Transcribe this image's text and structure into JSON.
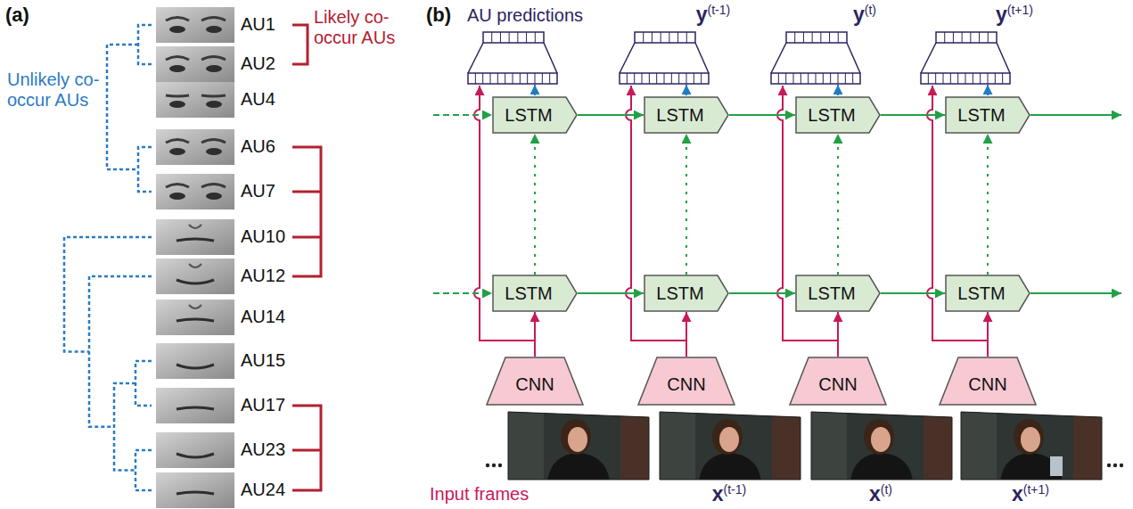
{
  "diagram": {
    "nodes": [
      {
        "text": [
          "LSTM"
        ]
      },
      {
        "text": [
          "LSTM"
        ]
      },
      {
        "text": [
          "LSTM"
        ]
      },
      {
        "text": [
          "LSTM"
        ]
      },
      {
        "text": [
          "LSTM"
        ]
      },
      {
        "text": [
          "LSTM"
        ]
      },
      {
        "text": [
          "LSTM"
        ]
      },
      {
        "text": [
          "LSTM"
        ]
      },
      {
        "text": [
          "CNN"
        ]
      },
      {
        "text": [
          "CNN"
        ]
      },
      {
        "text": [
          "CNN"
        ]
      },
      {
        "text": [
          "CNN"
        ]
      }
    ],
    "edges": [
      {
        "from": 0,
        "to": 1,
        "arrow": "to"
      },
      {
        "from": 1,
        "to": 2,
        "arrow": "to"
      },
      {
        "from": 2,
        "to": 3,
        "arrow": "to"
      },
      {
        "from": 4,
        "to": 5,
        "arrow": "to"
      },
      {
        "from": 5,
        "to": 6,
        "arrow": "to"
      },
      {
        "from": 6,
        "to": 7,
        "arrow": "to"
      },
      {
        "from": 4,
        "to": 0,
        "arrow": "to"
      },
      {
        "from": 5,
        "to": 1,
        "arrow": "to"
      },
      {
        "from": 6,
        "to": 2,
        "arrow": "to"
      },
      {
        "from": 7,
        "to": 3,
        "arrow": "to"
      },
      {
        "from": 8,
        "to": 4,
        "arrow": "to"
      },
      {
        "from": 9,
        "to": 5,
        "arrow": "to"
      },
      {
        "from": 10,
        "to": 6,
        "arrow": "to"
      },
      {
        "from": 11,
        "to": 7,
        "arrow": "to"
      }
    ],
    "labels": [
      "(a)",
      "Likely co-occur AUs",
      "Unlikely co-occur AUs",
      "AU1",
      "AU2",
      "AU4",
      "AU6",
      "AU7",
      "AU10",
      "AU12",
      "AU14",
      "AU15",
      "AU17",
      "AU23",
      "AU24",
      "(b)",
      "AU predictions",
      "y(t-1)",
      "y(t)",
      "y(t+1)",
      "Input frames",
      "x(t-1)",
      "x(t)",
      "x(t+1)"
    ]
  }
}
